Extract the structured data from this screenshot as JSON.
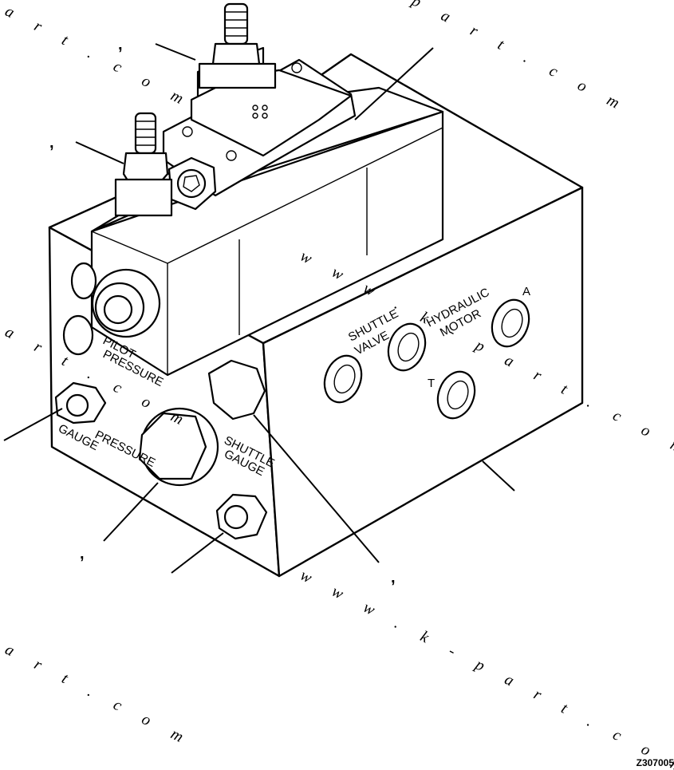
{
  "drawing_code": "Z307005",
  "watermarks": [
    "a r t . c o m",
    "p a r t . c o m",
    "w w w . k - p a r t . c o m"
  ],
  "labels": {
    "pilot_pressure": [
      "PILOT",
      "PRESSURE"
    ],
    "gauge": "GAUGE",
    "pressure": "PRESSURE",
    "shuttle_gauge": [
      "SHUTTLE",
      "GAUGE"
    ],
    "shuttle_valve": [
      "SHUTTLE",
      "VALVE"
    ],
    "hydraulic_motor": [
      "HYDRAULIC",
      "MOTOR"
    ],
    "port_a": "A",
    "port_t": "T"
  },
  "callout_marks": [
    ",",
    ",",
    ",",
    ",",
    ","
  ]
}
